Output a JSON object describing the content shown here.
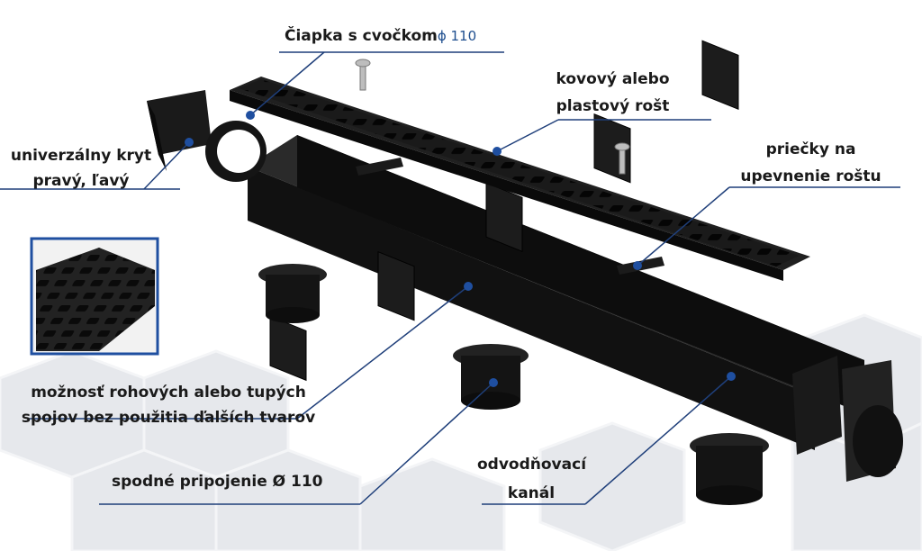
{
  "labels": {
    "cap": {
      "text": "Čiapka s cvočkom",
      "suffix": "ϕ 110"
    },
    "grate": {
      "line1": "kovový alebo",
      "line2": "plastový rošt"
    },
    "cover": {
      "line1": "univerzálny kryt",
      "line2": "pravý, ľavý"
    },
    "bars": {
      "line1": "priečky na",
      "line2": "upevnenie roštu"
    },
    "joints": {
      "line1": "možnosť rohových alebo tupých",
      "line2": "spojov bez použitia ďalších tvarov"
    },
    "bottom": {
      "text": "spodné pripojenie Ø 110"
    },
    "channel": {
      "line1": "odvodňovací",
      "line2": "kanál"
    }
  },
  "colors": {
    "product": "#161616",
    "leader": "#1f3f7a",
    "dot": "#1f4fa0",
    "inset_border": "#1f4fa0",
    "background_hex": "#e9ebee"
  }
}
